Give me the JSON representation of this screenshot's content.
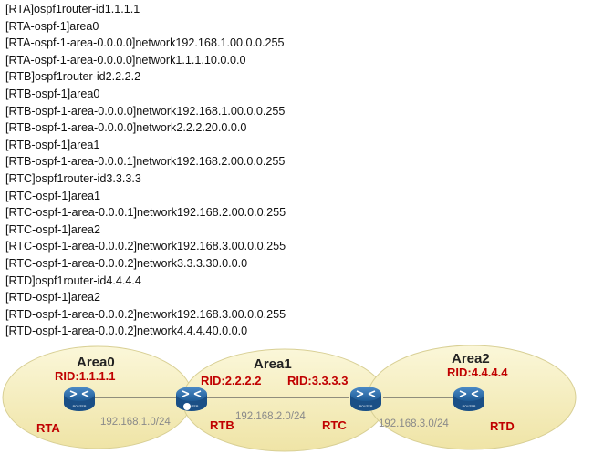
{
  "config_lines": [
    "[RTA]ospf1router-id1.1.1.1",
    "[RTA-ospf-1]area0",
    "[RTA-ospf-1-area-0.0.0.0]network192.168.1.00.0.0.255",
    "[RTA-ospf-1-area-0.0.0.0]network1.1.1.10.0.0.0",
    "[RTB]ospf1router-id2.2.2.2",
    "[RTB-ospf-1]area0",
    "[RTB-ospf-1-area-0.0.0.0]network192.168.1.00.0.0.255",
    "[RTB-ospf-1-area-0.0.0.0]network2.2.2.20.0.0.0",
    "[RTB-ospf-1]area1",
    "[RTB-ospf-1-area-0.0.0.1]network192.168.2.00.0.0.255",
    "[RTC]ospf1router-id3.3.3.3",
    "[RTC-ospf-1]area1",
    "[RTC-ospf-1-area-0.0.0.1]network192.168.2.00.0.0.255",
    "[RTC-ospf-1]area2",
    "[RTC-ospf-1-area-0.0.0.2]network192.168.3.00.0.0.255",
    "[RTC-ospf-1-area-0.0.0.2]network3.3.3.30.0.0.0",
    "[RTD]ospf1router-id4.4.4.4",
    "[RTD-ospf-1]area2",
    "[RTD-ospf-1-area-0.0.0.2]network192.168.3.00.0.0.255",
    "[RTD-ospf-1-area-0.0.0.2]network4.4.4.40.0.0.0"
  ],
  "diagram": {
    "areas": [
      {
        "name": "Area0"
      },
      {
        "name": "Area1"
      },
      {
        "name": "Area2"
      }
    ],
    "routers": [
      {
        "name": "RTA",
        "rid": "RID:1.1.1.1",
        "icon_label": "ROUTER"
      },
      {
        "name": "RTB",
        "rid": "RID:2.2.2.2",
        "icon_label": "ROUTER"
      },
      {
        "name": "RTC",
        "rid": "RID:3.3.3.3",
        "icon_label": "ROUTER"
      },
      {
        "name": "RTD",
        "rid": "RID:4.4.4.4",
        "icon_label": "ROUTER"
      }
    ],
    "links": [
      {
        "network": "192.168.1.0/24"
      },
      {
        "network": "192.168.2.0/24"
      },
      {
        "network": "192.168.3.0/24"
      }
    ],
    "colors": {
      "area_fill": "#f7f1c6",
      "router_fill": "#1f5f99",
      "label_red": "#c00000",
      "network_text": "#8a8a8a"
    }
  }
}
